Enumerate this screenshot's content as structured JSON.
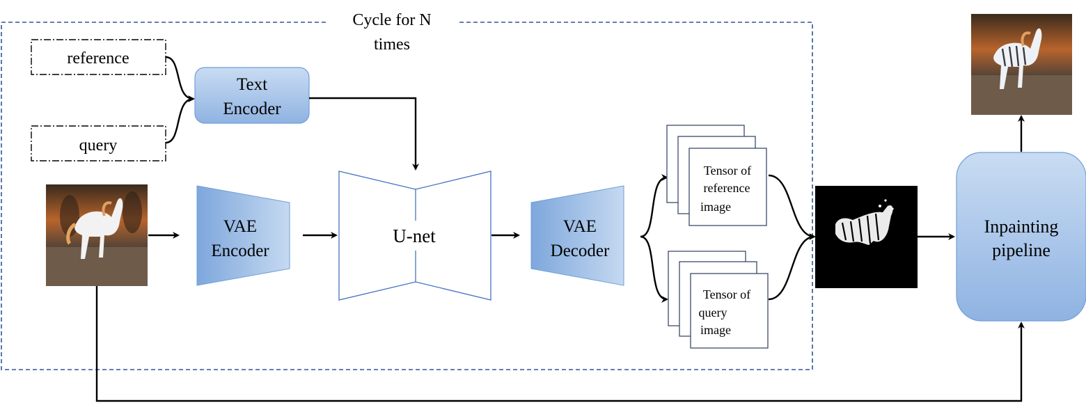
{
  "cycle": {
    "label_line1": "Cycle  for N",
    "label_line2": "times"
  },
  "prompts": {
    "reference": "reference",
    "query": "query"
  },
  "text_encoder": {
    "line1": "Text",
    "line2": "Encoder"
  },
  "vae_encoder": {
    "line1": "VAE",
    "line2": "Encoder"
  },
  "unet": {
    "label": "U-net"
  },
  "vae_decoder": {
    "line1": "VAE",
    "line2": "Decoder"
  },
  "tensor_reference": {
    "line1": "Tensor of",
    "line2": "reference",
    "line3": "image"
  },
  "tensor_query": {
    "line1": "Tensor of",
    "line2": "query",
    "line3": "image"
  },
  "inpainting": {
    "line1": "Inpainting",
    "line2": "pipeline"
  },
  "colors": {
    "dashed_border": "#2f5597",
    "block_fill_light": "#c5d9f1",
    "block_fill_dark": "#8eb4e3",
    "block_stroke": "#6f9fd8",
    "unet_stroke": "#4472c4",
    "arrow": "#000000"
  }
}
